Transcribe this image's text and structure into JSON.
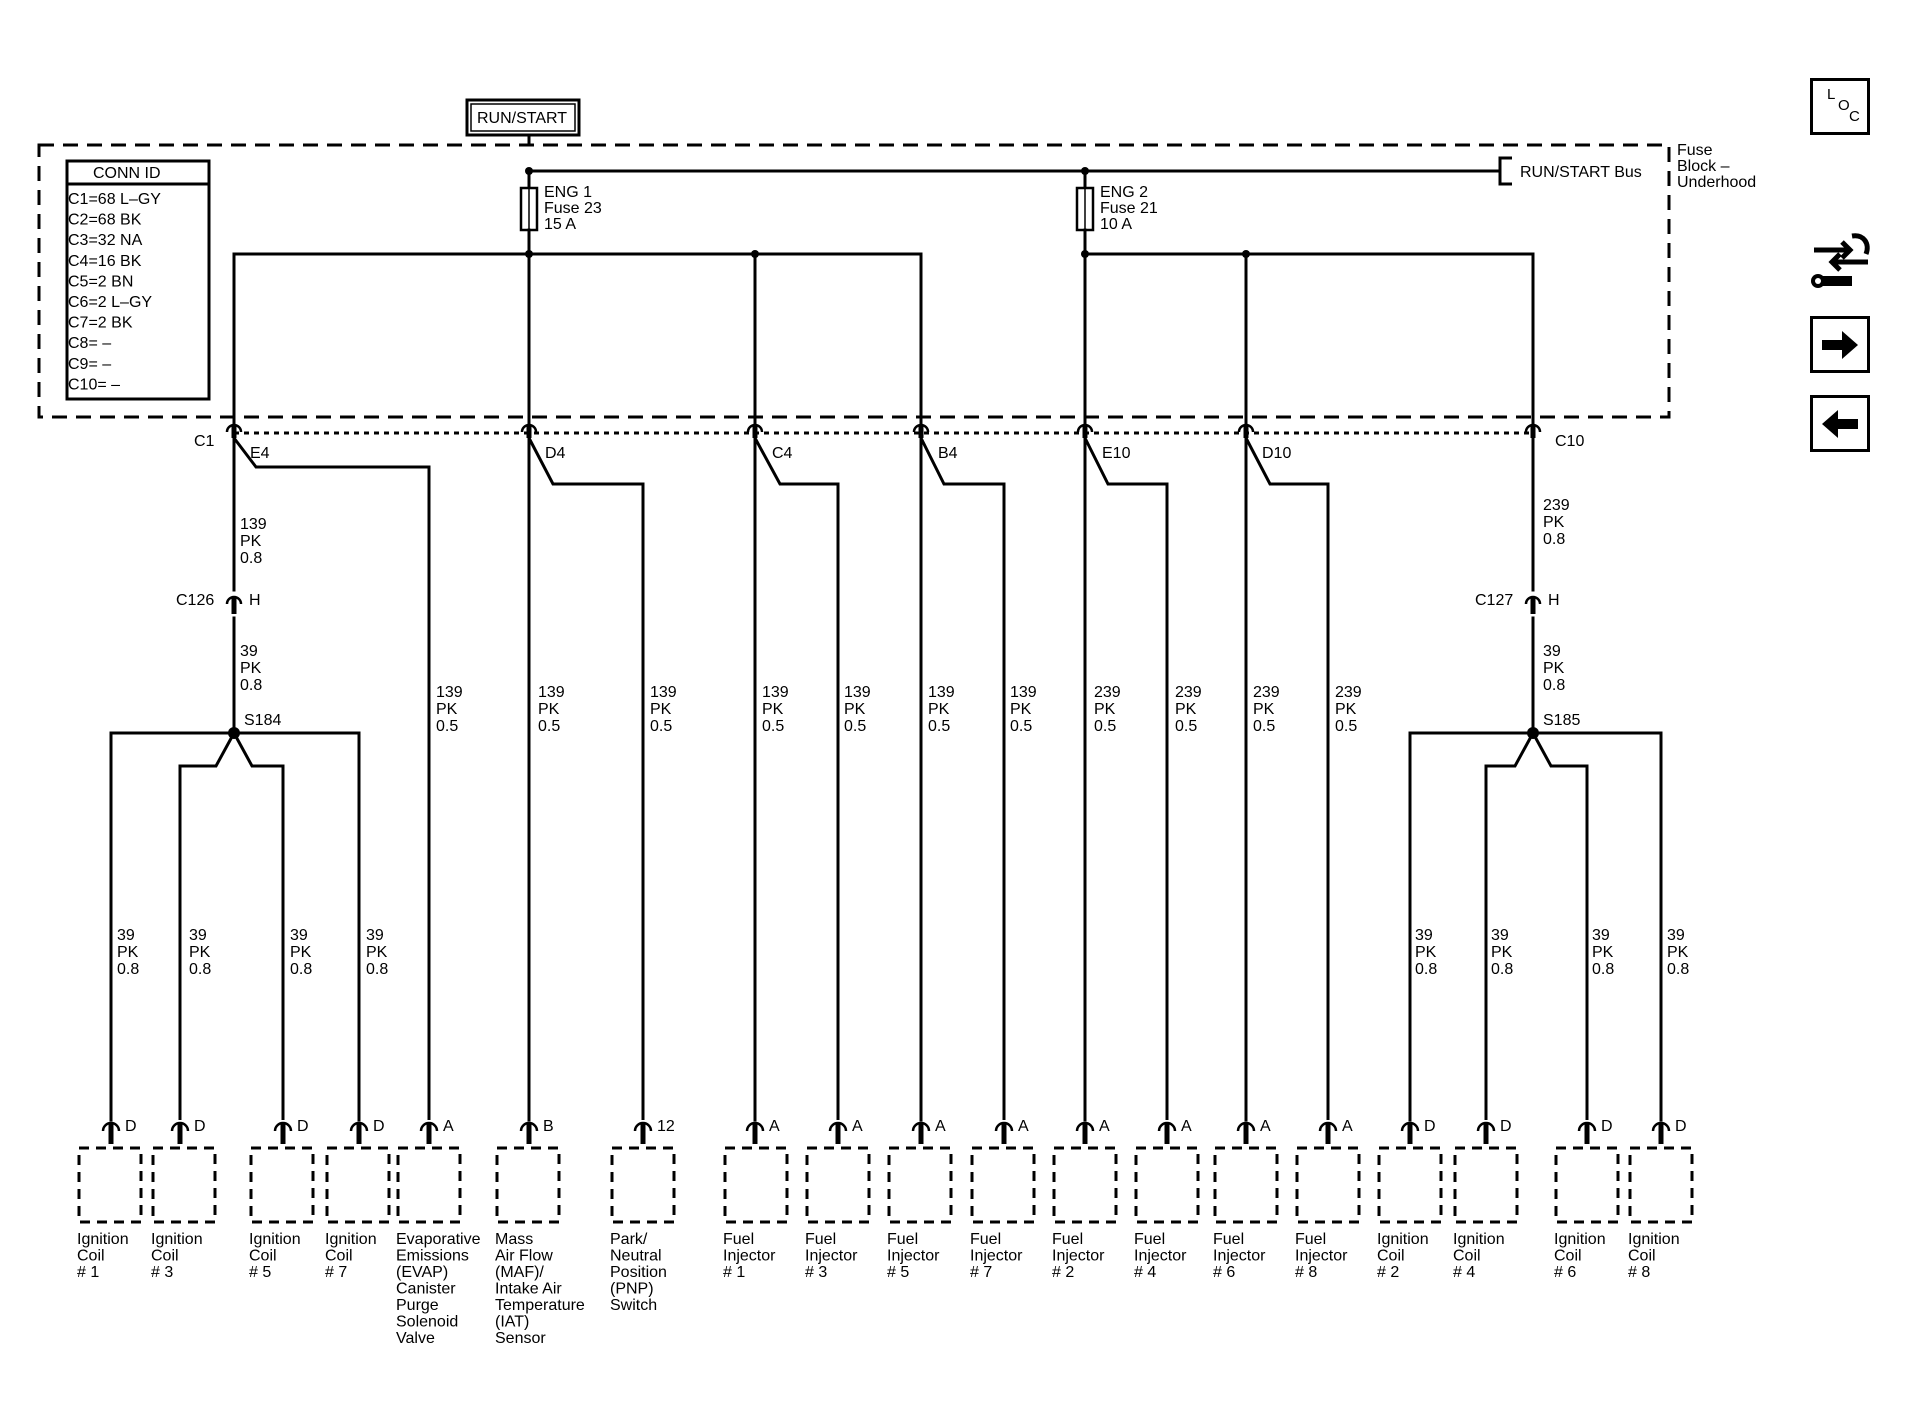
{
  "supply": {
    "label": "RUN/START"
  },
  "fuse_block": {
    "label_lines": [
      "Fuse",
      "Block –",
      "Underhood"
    ],
    "bus_label": "RUN/START Bus"
  },
  "conn_id": {
    "title": "CONN ID",
    "rows": [
      "C1=68 L–GY",
      "C2=68 BK",
      "C3=32 NA",
      "C4=16 BK",
      "C5=2 BN",
      "C6=2 L–GY",
      "C7=2 BK",
      "C8= –",
      "C9= –",
      "C10= –"
    ]
  },
  "fuses": [
    {
      "lines": [
        "ENG 1",
        "Fuse 23",
        "15 A"
      ]
    },
    {
      "lines": [
        "ENG 2",
        "Fuse 21",
        "10 A"
      ]
    }
  ],
  "connector_labels": {
    "left": "C1",
    "right": "C10"
  },
  "pins": [
    "E4",
    "D4",
    "C4",
    "B4",
    "E10",
    "D10"
  ],
  "inline_connectors": [
    {
      "name": "C126",
      "pin": "H",
      "wire_above": [
        "139",
        "PK",
        "0.8"
      ],
      "wire_below": [
        "39",
        "PK",
        "0.8"
      ],
      "splice": "S184"
    },
    {
      "name": "C127",
      "pin": "H",
      "wire_above": [
        "239",
        "PK",
        "0.8"
      ],
      "wire_below": [
        "39",
        "PK",
        "0.8"
      ],
      "splice": "S185"
    }
  ],
  "branch_wires": [
    [
      "139",
      "PK",
      "0.5"
    ],
    [
      "139",
      "PK",
      "0.5"
    ],
    [
      "139",
      "PK",
      "0.5"
    ],
    [
      "139",
      "PK",
      "0.5"
    ],
    [
      "139",
      "PK",
      "0.5"
    ],
    [
      "139",
      "PK",
      "0.5"
    ],
    [
      "139",
      "PK",
      "0.5"
    ],
    [
      "239",
      "PK",
      "0.5"
    ],
    [
      "239",
      "PK",
      "0.5"
    ],
    [
      "239",
      "PK",
      "0.5"
    ],
    [
      "239",
      "PK",
      "0.5"
    ]
  ],
  "coil_wire": [
    "39",
    "PK",
    "0.8"
  ],
  "components": [
    {
      "pin": "D",
      "lines": [
        "Ignition",
        "Coil",
        "# 1"
      ]
    },
    {
      "pin": "D",
      "lines": [
        "Ignition",
        "Coil",
        "# 3"
      ]
    },
    {
      "pin": "D",
      "lines": [
        "Ignition",
        "Coil",
        "# 5"
      ]
    },
    {
      "pin": "D",
      "lines": [
        "Ignition",
        "Coil",
        "# 7"
      ]
    },
    {
      "pin": "A",
      "lines": [
        "Evaporative",
        "Emissions",
        "(EVAP)",
        "Canister",
        "Purge",
        "Solenoid",
        "Valve"
      ]
    },
    {
      "pin": "B",
      "lines": [
        "Mass",
        "Air Flow",
        "(MAF)/",
        "Intake Air",
        "Temperature",
        "(IAT)",
        "Sensor"
      ]
    },
    {
      "pin": "12",
      "lines": [
        "Park/",
        "Neutral",
        "Position",
        "(PNP)",
        "Switch"
      ]
    },
    {
      "pin": "A",
      "lines": [
        "Fuel",
        "Injector",
        "# 1"
      ]
    },
    {
      "pin": "A",
      "lines": [
        "Fuel",
        "Injector",
        "# 3"
      ]
    },
    {
      "pin": "A",
      "lines": [
        "Fuel",
        "Injector",
        "# 5"
      ]
    },
    {
      "pin": "A",
      "lines": [
        "Fuel",
        "Injector",
        "# 7"
      ]
    },
    {
      "pin": "A",
      "lines": [
        "Fuel",
        "Injector",
        "# 2"
      ]
    },
    {
      "pin": "A",
      "lines": [
        "Fuel",
        "Injector",
        "# 4"
      ]
    },
    {
      "pin": "A",
      "lines": [
        "Fuel",
        "Injector",
        "# 6"
      ]
    },
    {
      "pin": "A",
      "lines": [
        "Fuel",
        "Injector",
        "# 8"
      ]
    },
    {
      "pin": "D",
      "lines": [
        "Ignition",
        "Coil",
        "# 2"
      ]
    },
    {
      "pin": "D",
      "lines": [
        "Ignition",
        "Coil",
        "# 4"
      ]
    },
    {
      "pin": "D",
      "lines": [
        "Ignition",
        "Coil",
        "# 6"
      ]
    },
    {
      "pin": "D",
      "lines": [
        "Ignition",
        "Coil",
        "# 8"
      ]
    }
  ],
  "side_icons": {
    "loc": [
      "L",
      "O",
      "C"
    ],
    "icons": [
      "wrench-arrows-icon",
      "arrow-right-icon",
      "arrow-left-icon"
    ]
  }
}
